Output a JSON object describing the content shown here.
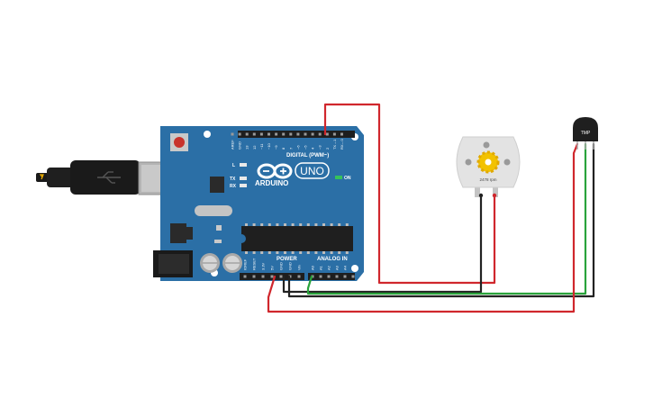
{
  "board": {
    "brand": "ARDUINO",
    "model": "UNO",
    "digital_header_label": "DIGITAL (PWM~)",
    "power_label": "POWER",
    "analog_label": "ANALOG IN",
    "on_label": "ON",
    "l_label": "L",
    "tx_label": "TX",
    "rx_label": "RX",
    "digital_pins": [
      "AREF",
      "GND",
      "13",
      "12",
      "~11",
      "~10",
      "~9",
      "8",
      "7",
      "~6",
      "~5",
      "4",
      "~3",
      "2",
      "TX→1",
      "RX←0"
    ],
    "power_pins": [
      "IOREF",
      "RESET",
      "3.3V",
      "5V",
      "GND",
      "GND",
      "Vin"
    ],
    "analog_pins": [
      "A0",
      "A1",
      "A2",
      "A3",
      "A4",
      "A5"
    ]
  },
  "motor": {
    "rpm_label": "2478 rpm"
  },
  "sensor": {
    "label": "TMP"
  },
  "colors": {
    "board_blue": "#2b6fa6",
    "wire_red": "#d0272d",
    "wire_black": "#222222",
    "wire_green": "#2aa33c"
  }
}
